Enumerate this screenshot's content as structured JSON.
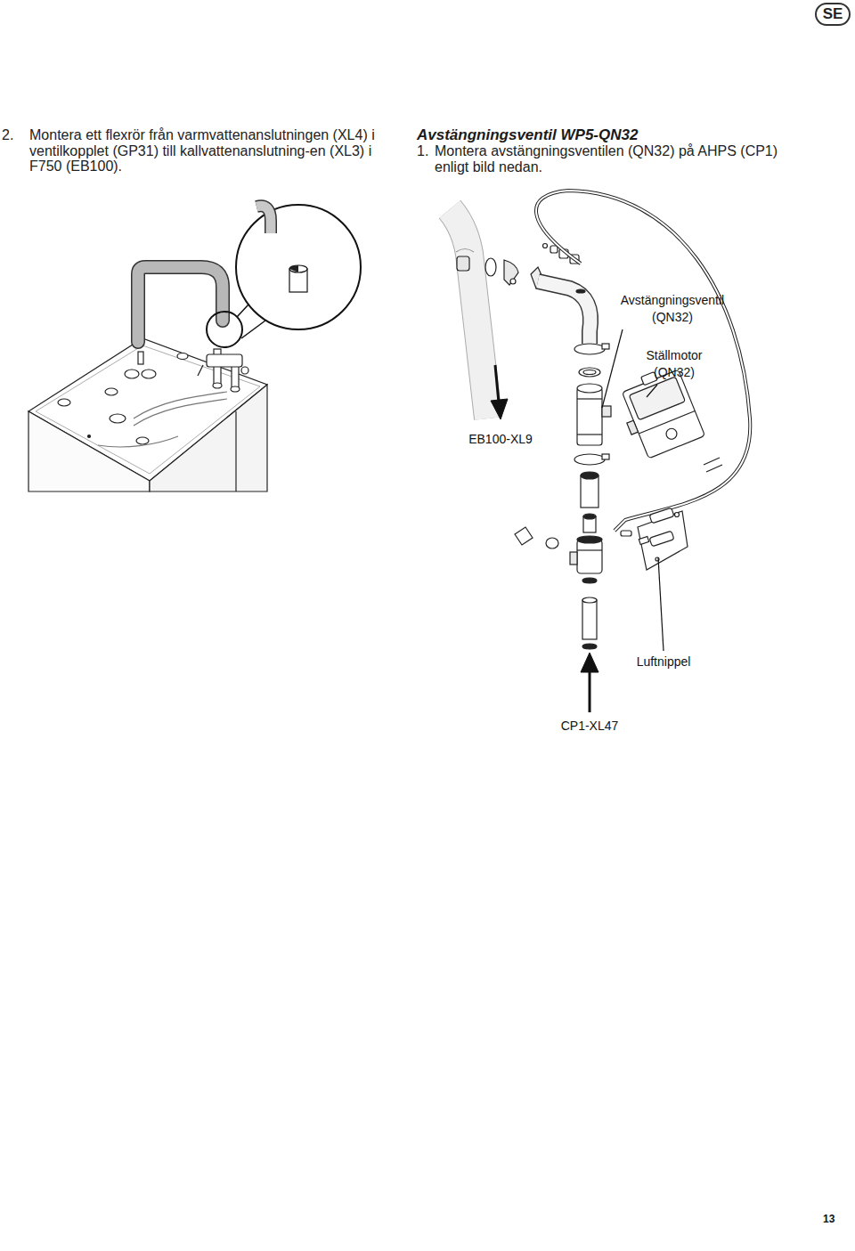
{
  "diagram": {
    "title": "Avstängningsventil WP5-QN32",
    "nodes": [
      {
        "text": [
          "SE"
        ]
      }
    ],
    "labels": [
      "2.",
      "Montera ett flexrör från varmvattenanslutningen (XL4) i ventilkopplet (GP31) till kallvattenanslutning-en (XL3) i F750 (EB100).",
      "1.",
      "Montera avstängningsventilen (QN32) på AHPS (CP1) enligt bild nedan.",
      "Avstängningsventil (QN32)",
      "Ställmotor (QN32)",
      "EB100-XL9",
      "Luftnippel",
      "CP1-XL47",
      "13"
    ]
  }
}
